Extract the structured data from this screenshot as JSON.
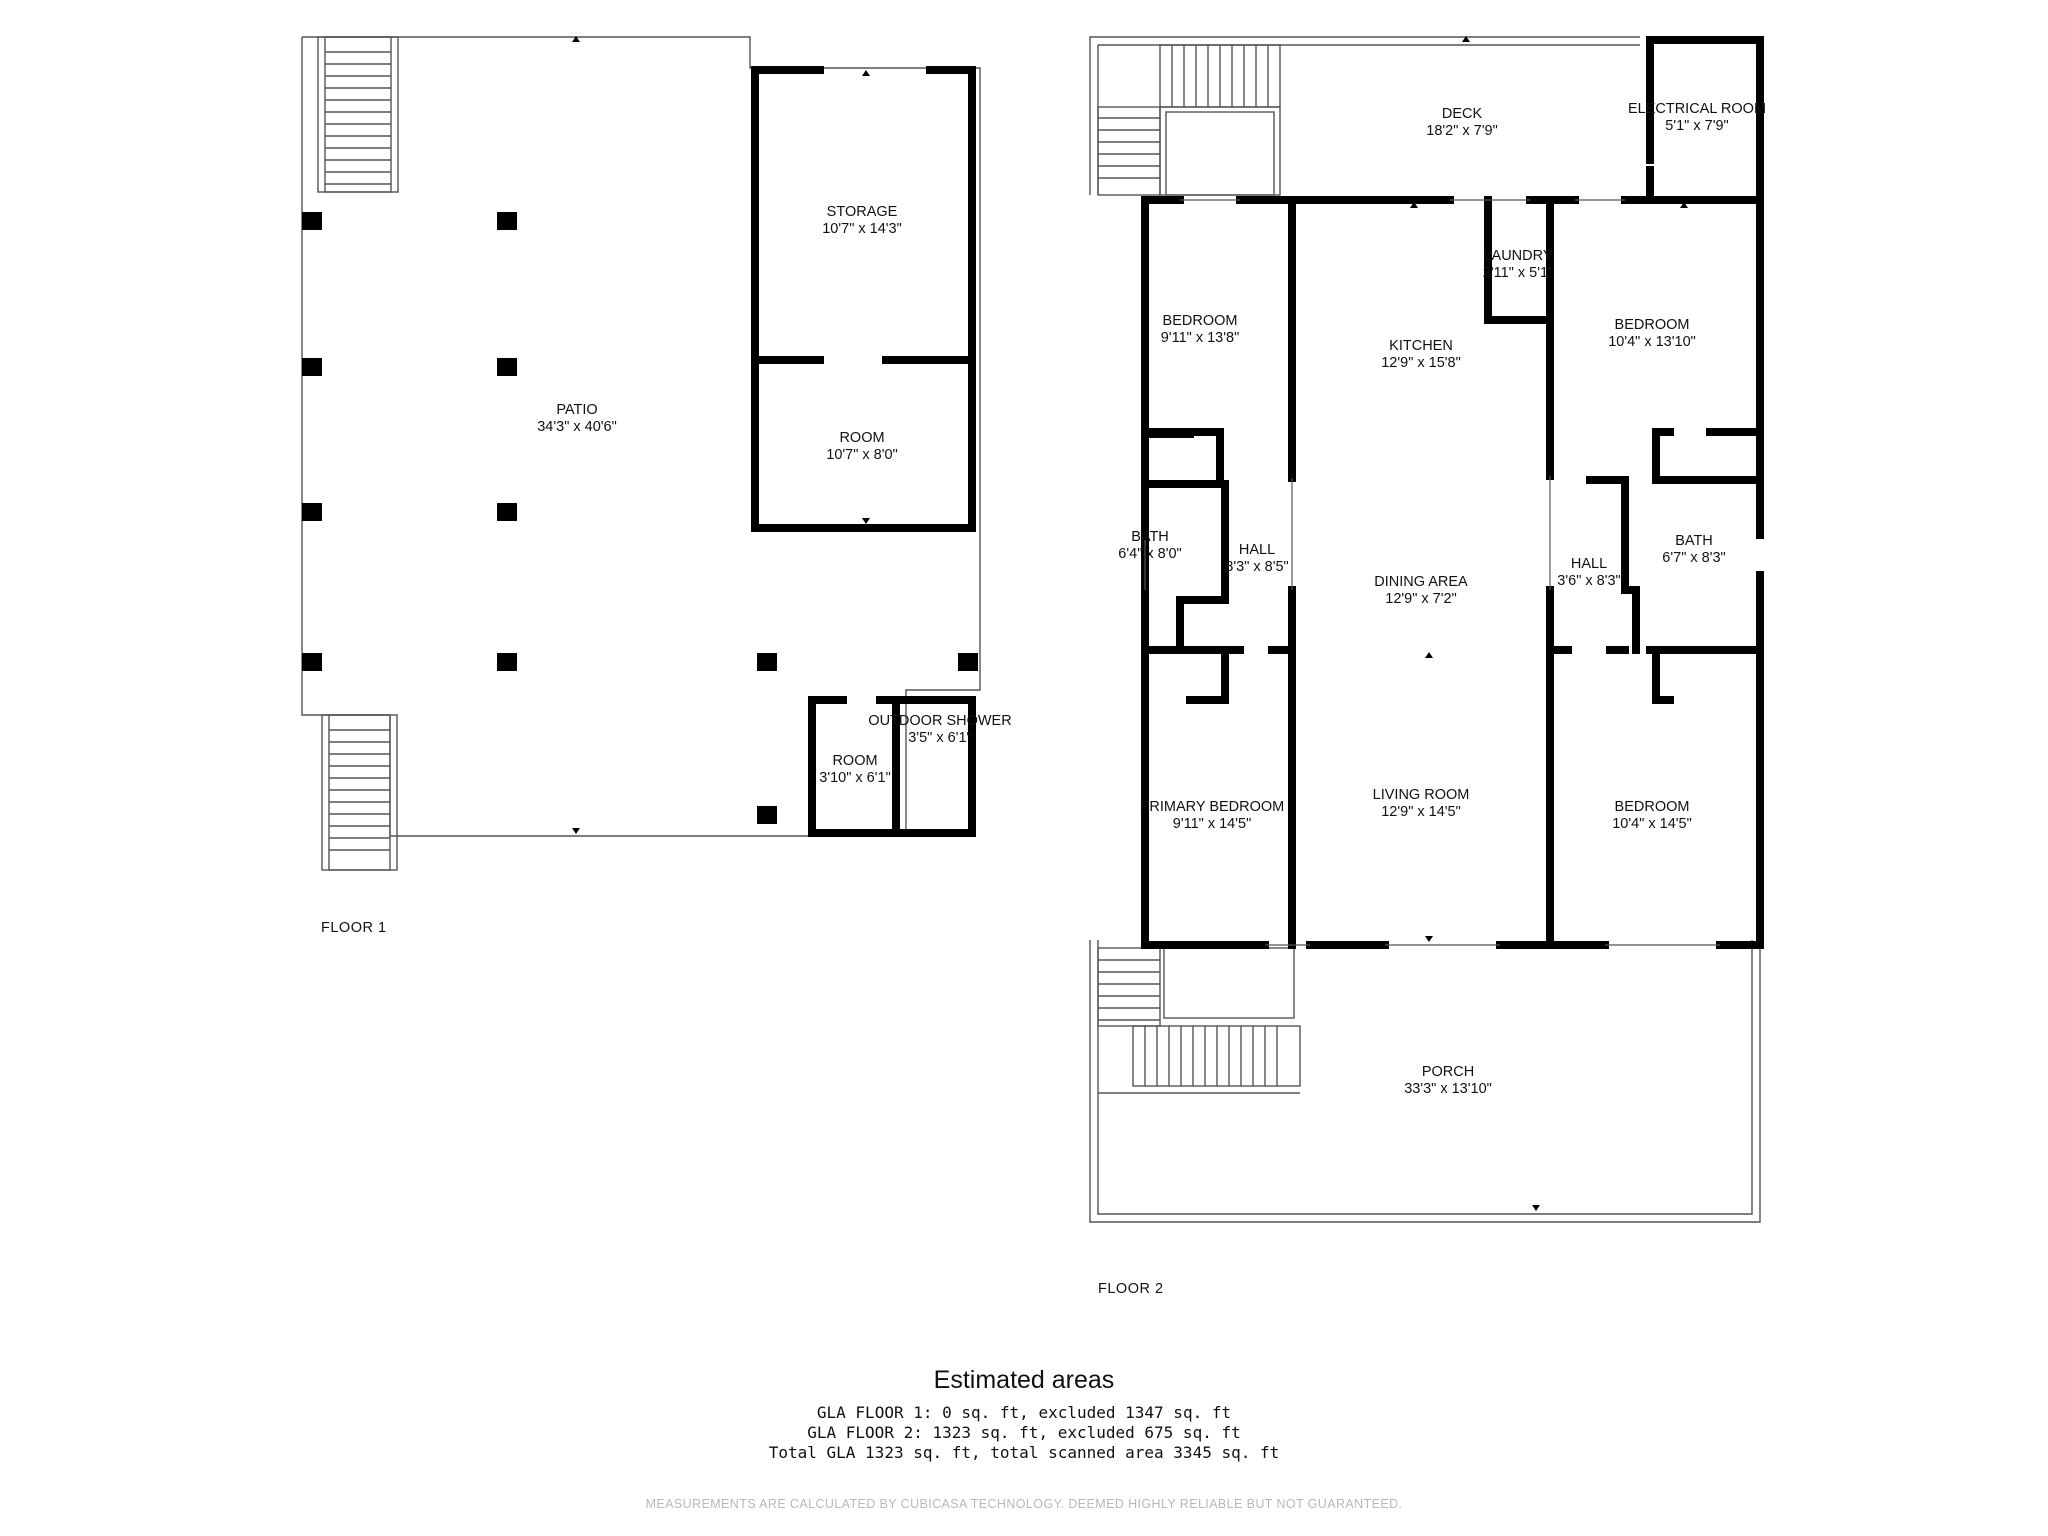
{
  "floors": {
    "floor1": {
      "label": "FLOOR 1",
      "rooms": {
        "patio": {
          "name": "PATIO",
          "dims": "34'3\" x 40'6\""
        },
        "storage": {
          "name": "STORAGE",
          "dims": "10'7\" x 14'3\""
        },
        "room_a": {
          "name": "ROOM",
          "dims": "10'7\" x 8'0\""
        },
        "outdoor_shower": {
          "name": "OUTDOOR SHOWER",
          "dims": "3'5\" x 6'1\""
        },
        "room_b": {
          "name": "ROOM",
          "dims": "3'10\" x 6'1\""
        }
      }
    },
    "floor2": {
      "label": "FLOOR 2",
      "rooms": {
        "deck": {
          "name": "DECK",
          "dims": "18'2\" x 7'9\""
        },
        "electrical_room": {
          "name": "ELECTRICAL ROOM",
          "dims": "5'1\" x 7'9\""
        },
        "laundry": {
          "name": "LAUNDRY",
          "dims": "2'11\" x 5'1\""
        },
        "bedroom_nw": {
          "name": "BEDROOM",
          "dims": "9'11\" x 13'8\""
        },
        "kitchen": {
          "name": "KITCHEN",
          "dims": "12'9\" x 15'8\""
        },
        "bedroom_ne": {
          "name": "BEDROOM",
          "dims": "10'4\" x 13'10\""
        },
        "bath_w": {
          "name": "BATH",
          "dims": "6'4\" x 8'0\""
        },
        "hall_w": {
          "name": "HALL",
          "dims": "8'3\" x 8'5\""
        },
        "dining_area": {
          "name": "DINING AREA",
          "dims": "12'9\" x 7'2\""
        },
        "hall_e": {
          "name": "HALL",
          "dims": "3'6\" x 8'3\""
        },
        "bath_e": {
          "name": "BATH",
          "dims": "6'7\" x 8'3\""
        },
        "primary_bedroom": {
          "name": "PRIMARY BEDROOM",
          "dims": "9'11\" x 14'5\""
        },
        "living_room": {
          "name": "LIVING ROOM",
          "dims": "12'9\" x 14'5\""
        },
        "bedroom_se": {
          "name": "BEDROOM",
          "dims": "10'4\" x 14'5\""
        },
        "porch": {
          "name": "PORCH",
          "dims": "33'3\" x 13'10\""
        }
      }
    }
  },
  "summary": {
    "heading": "Estimated areas",
    "line1": "GLA FLOOR 1: 0 sq. ft, excluded 1347 sq. ft",
    "line2": "GLA FLOOR 2: 1323 sq. ft, excluded 675 sq. ft",
    "line3": "Total GLA 1323 sq. ft, total scanned area 3345 sq. ft"
  },
  "disclaimer": "MEASUREMENTS ARE CALCULATED BY CUBICASA TECHNOLOGY. DEEMED HIGHLY RELIABLE BUT NOT GUARANTEED."
}
